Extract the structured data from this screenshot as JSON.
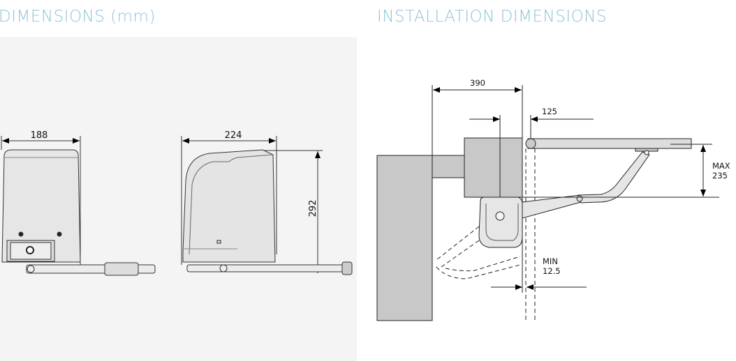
{
  "headings": {
    "dimensions": "DIMENSIONS (mm)",
    "installation": "INSTALLATION DIMENSIONS"
  },
  "front_view": {
    "width_label": "188"
  },
  "side_view": {
    "depth_label": "224",
    "height_label": "292"
  },
  "installation": {
    "offset_label": "390",
    "hinge_label": "125",
    "max_label": "MAX",
    "max_value": "235",
    "min_label": "MIN",
    "min_value": "12.5"
  },
  "colors": {
    "heading": "#8ec3d8",
    "panel_bg": "#f4f4f4",
    "wall": "#c8c8c8",
    "body": "#e4e4e4"
  }
}
